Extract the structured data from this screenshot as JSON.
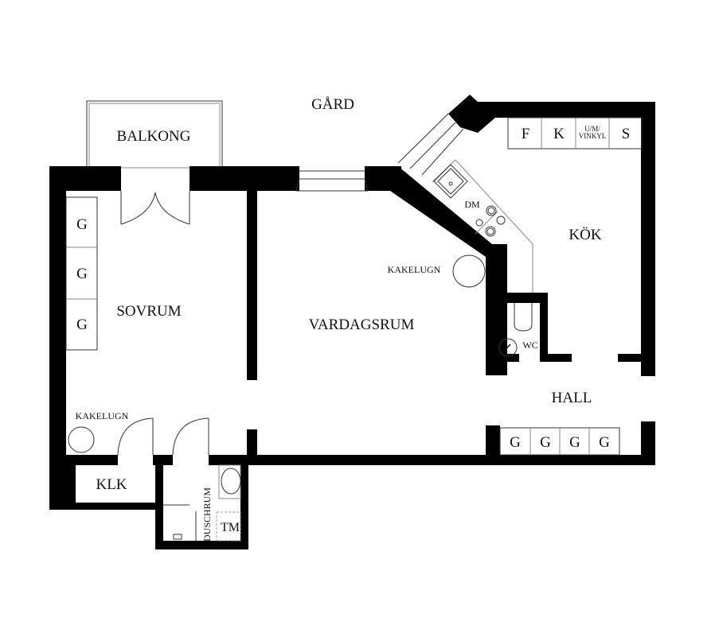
{
  "colors": {
    "wall": "#000000",
    "background": "#ffffff",
    "fixture_line": "#333333"
  },
  "labels": {
    "courtyard": "GÅRD",
    "balcony": "BALKONG",
    "bedroom": "SOVRUM",
    "living_room": "VARDAGSRUM",
    "kitchen": "KÖK",
    "hall": "HALL",
    "tiled_stove_living": "KAKELUGN",
    "tiled_stove_bedroom": "KAKELUGN",
    "closet_small": "KLK",
    "wc": "WC",
    "dishwasher": "DM",
    "shower_room": "DUSCHRUM",
    "washing_machine": "TM"
  },
  "bedroom_wardrobes": [
    "G",
    "G",
    "G"
  ],
  "hall_wardrobes": [
    "G",
    "G",
    "G",
    "G"
  ],
  "kitchen_appliances": [
    {
      "label": "F"
    },
    {
      "label": "K"
    },
    {
      "label_line1": "U/M/",
      "label_line2": "VINKYL"
    },
    {
      "label": "S"
    }
  ]
}
